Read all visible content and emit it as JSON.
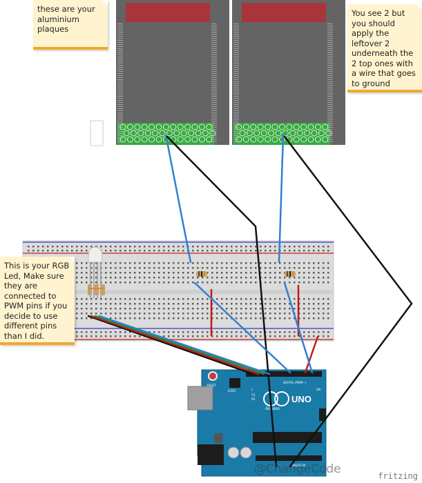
{
  "notes": {
    "plaques": "these are your aluminium plaques",
    "second": "You see 2 but you should apply the leftover 2 underneath the 2 top ones with a wire that goes to ground",
    "rgb": "This is your RGB Led, Make sure they are connected to PWM pins if you decide to use different pins than I did."
  },
  "arduino": {
    "logo_text": "UNO",
    "brand": "Arduino",
    "reset": "RESET",
    "icsp": "ICSP2",
    "digital": "DIGITAL (PWM~)",
    "analog": "ANALOG IN",
    "on": "ON",
    "tx": "TX",
    "rx": "RX",
    "l": "L"
  },
  "credits": {
    "fritzing": "fritzing",
    "watermark": "@ChangeCode"
  },
  "colors": {
    "note_bg": "#fff4cf",
    "note_bar": "#f0a830",
    "plaque_grey": "#646464",
    "plaque_red": "#a9353a",
    "plaque_green": "#3aa843",
    "board_blue": "#1a7aa8",
    "wire_blue": "#2f7fd0",
    "wire_black": "#111111",
    "wire_red": "#c01a1a",
    "wire_green": "#2a8a3a"
  }
}
